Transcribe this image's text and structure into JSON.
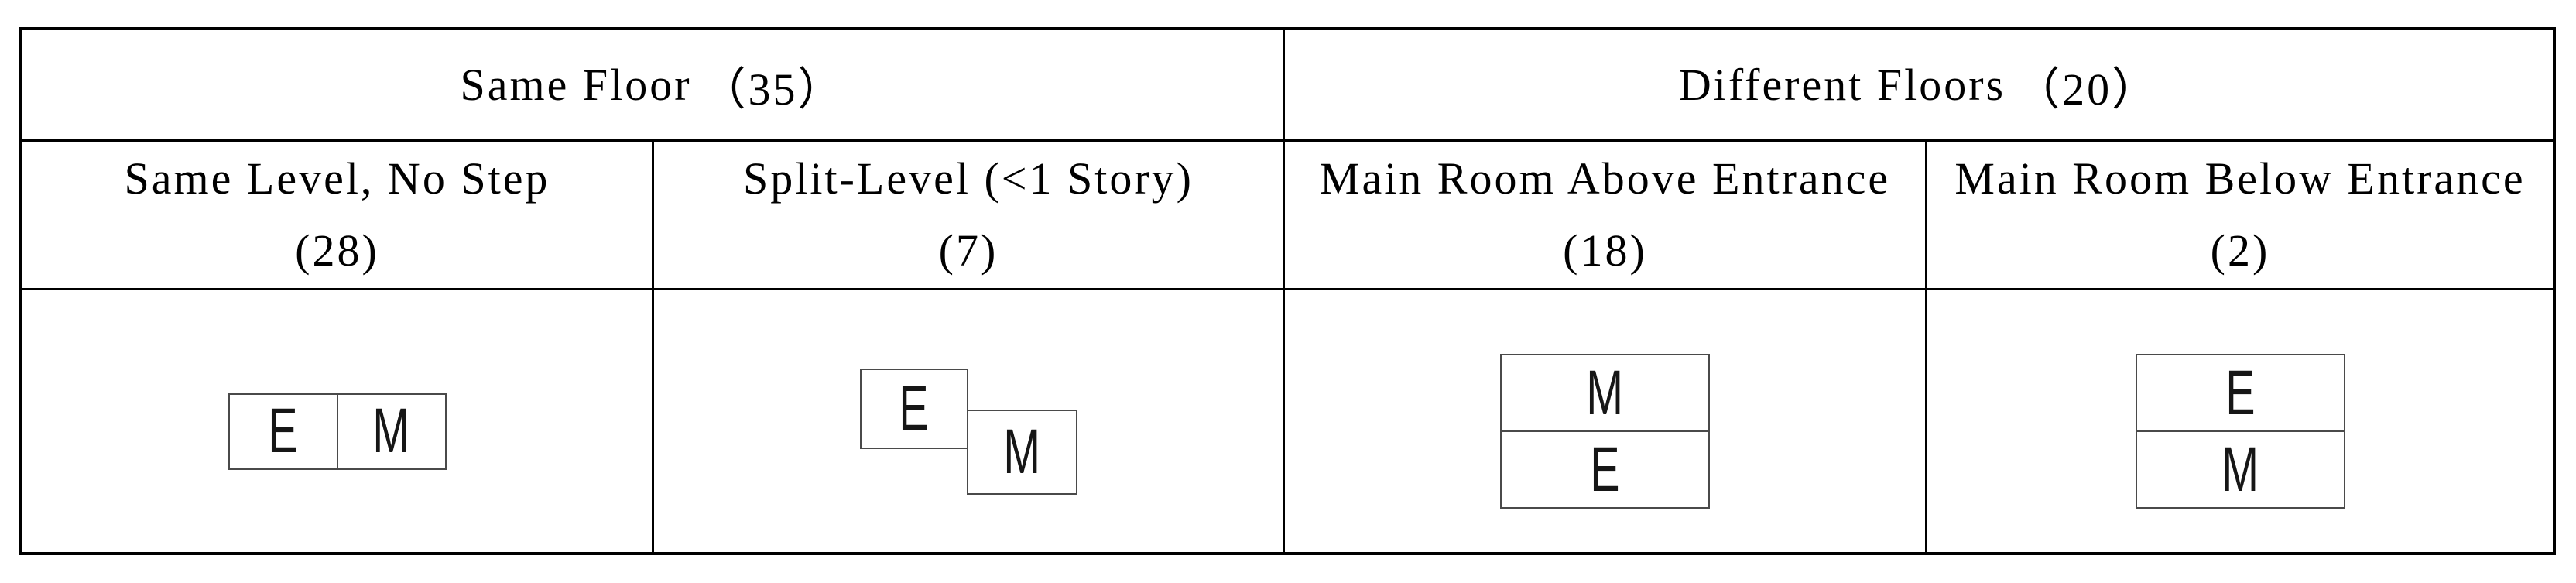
{
  "figure": {
    "group_headers": [
      {
        "label": "Same Floor",
        "count": "（35）"
      },
      {
        "label": "Different Floors",
        "count": "（20）"
      }
    ],
    "subheaders": [
      {
        "label": "Same Level, No Step",
        "count": "(28)"
      },
      {
        "label": "Split-Level (<1 Story)",
        "count": "(7)"
      },
      {
        "label": "Main Room Above Entrance",
        "count": "(18)"
      },
      {
        "label": "Main Room Below Entrance",
        "count": "(2)"
      }
    ],
    "diagrams": [
      {
        "type": "side-by-side-horizontal",
        "first": "E",
        "second": "M"
      },
      {
        "type": "split-level-offset",
        "first": "E",
        "second": "M"
      },
      {
        "type": "stacked-vertical",
        "first": "M",
        "second": "E"
      },
      {
        "type": "stacked-vertical",
        "first": "E",
        "second": "M"
      }
    ]
  },
  "chart_data": {
    "type": "table",
    "groups": [
      {
        "label": "Same Floor",
        "count": 35,
        "subcategories": [
          {
            "label": "Same Level, No Step",
            "count": 28
          },
          {
            "label": "Split-Level (<1 Story)",
            "count": 7
          }
        ]
      },
      {
        "label": "Different Floors",
        "count": 20,
        "subcategories": [
          {
            "label": "Main Room Above Entrance",
            "count": 18
          },
          {
            "label": "Main Room Below Entrance",
            "count": 2
          }
        ]
      }
    ]
  },
  "colors": {
    "table_border": "#000000",
    "diagram_border": "#4a4a4a",
    "text": "#000000"
  }
}
